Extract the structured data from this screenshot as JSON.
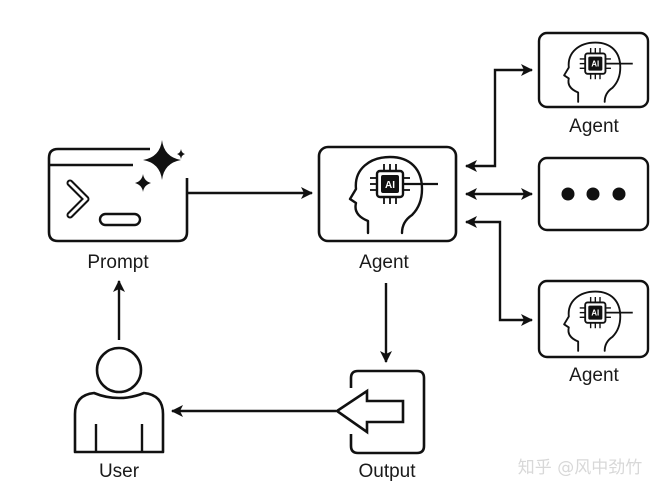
{
  "diagram": {
    "nodes": {
      "prompt": {
        "label": "Prompt",
        "icon": "terminal-sparkle-icon"
      },
      "agent_main": {
        "label": "Agent",
        "icon": "ai-head-icon",
        "chip_text": "AI"
      },
      "agent_top": {
        "label": "Agent",
        "icon": "ai-head-icon",
        "chip_text": "AI"
      },
      "more": {
        "label": "",
        "icon": "ellipsis-icon"
      },
      "agent_bottom": {
        "label": "Agent",
        "icon": "ai-head-icon",
        "chip_text": "AI"
      },
      "output": {
        "label": "Output",
        "icon": "output-arrow-icon"
      },
      "user": {
        "label": "User",
        "icon": "user-icon"
      }
    },
    "edges": [
      {
        "from": "Prompt",
        "to": "Agent",
        "type": "one-way"
      },
      {
        "from": "Agent",
        "to": "Agent (top)",
        "type": "bidirectional"
      },
      {
        "from": "Agent",
        "to": "More agents",
        "type": "bidirectional"
      },
      {
        "from": "Agent",
        "to": "Agent (bottom)",
        "type": "bidirectional"
      },
      {
        "from": "Agent",
        "to": "Output",
        "type": "one-way"
      },
      {
        "from": "Output",
        "to": "User",
        "type": "one-way"
      },
      {
        "from": "User",
        "to": "Prompt",
        "type": "one-way"
      }
    ],
    "colors": {
      "stroke": "#111111",
      "background": "#ffffff",
      "watermark": "#d8d8d8"
    }
  },
  "watermark": "知乎 @风中劲竹"
}
